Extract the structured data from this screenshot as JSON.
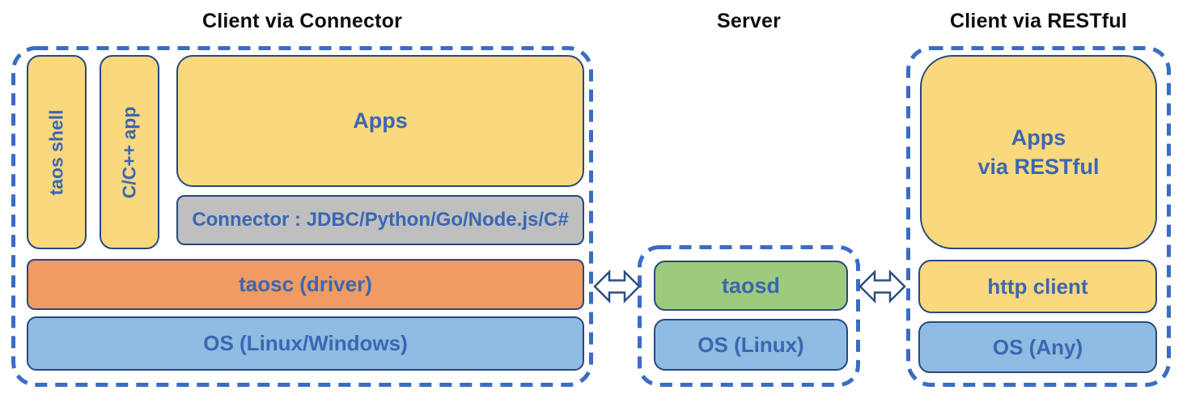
{
  "client_connector": {
    "title": "Client via Connector",
    "taos_shell": "taos shell",
    "cpp_app": "C/C++ app",
    "apps": "Apps",
    "connector": "Connector : JDBC/Python/Go/Node.js/C#",
    "taosc": "taosc (driver)",
    "os": "OS (Linux/Windows)"
  },
  "server": {
    "title": "Server",
    "taosd": "taosd",
    "os": "OS (Linux)"
  },
  "client_restful": {
    "title": "Client via RESTful",
    "apps_line1": "Apps",
    "apps_line2": "via RESTful",
    "http_client": "http client",
    "os": "OS (Any)"
  },
  "icons": {
    "connector_server_arrow": "double-headed-arrow-icon",
    "server_restful_arrow": "double-headed-arrow-icon"
  },
  "colors": {
    "yellow": "#FAD87D",
    "gray": "#BFBFBF",
    "orange": "#F19A62",
    "blue": "#90BBE2",
    "green": "#9ECA7E",
    "dash_border": "#3A6CC4",
    "box_border": "#27497E",
    "label_text": "#3A67B2",
    "title_text": "#0E0E0E"
  }
}
